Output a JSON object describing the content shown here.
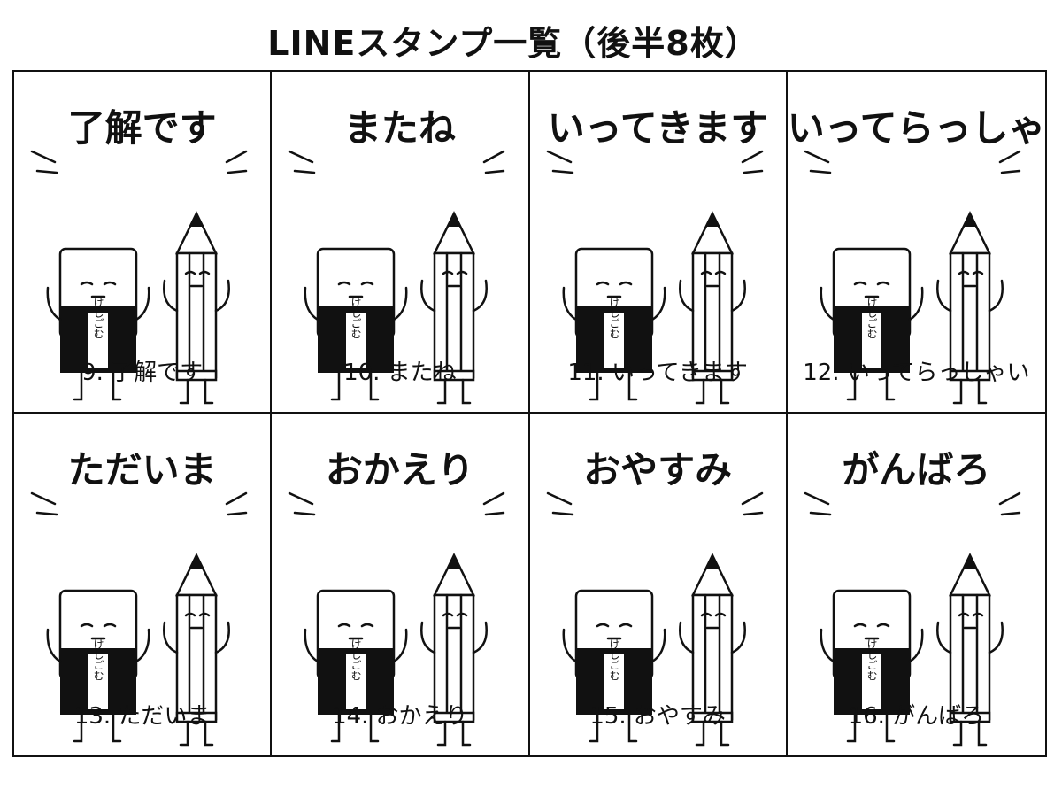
{
  "title": "LINEスタンプ一覧（後半8枚）",
  "eraser_label": "けしごむ",
  "stamps": [
    {
      "headline": "了解です",
      "caption": "9. 了解です"
    },
    {
      "headline": "またね",
      "caption": "10. またね"
    },
    {
      "headline": "いってきます",
      "caption": "11. いってきます"
    },
    {
      "headline": "いってらっしゃい",
      "caption": "12. いってらっしゃい"
    },
    {
      "headline": "ただいま",
      "caption": "13. ただいま"
    },
    {
      "headline": "おかえり",
      "caption": "14. おかえり"
    },
    {
      "headline": "おやすみ",
      "caption": "15. おやすみ"
    },
    {
      "headline": "がんばろ",
      "caption": "16. がんばろ"
    }
  ]
}
